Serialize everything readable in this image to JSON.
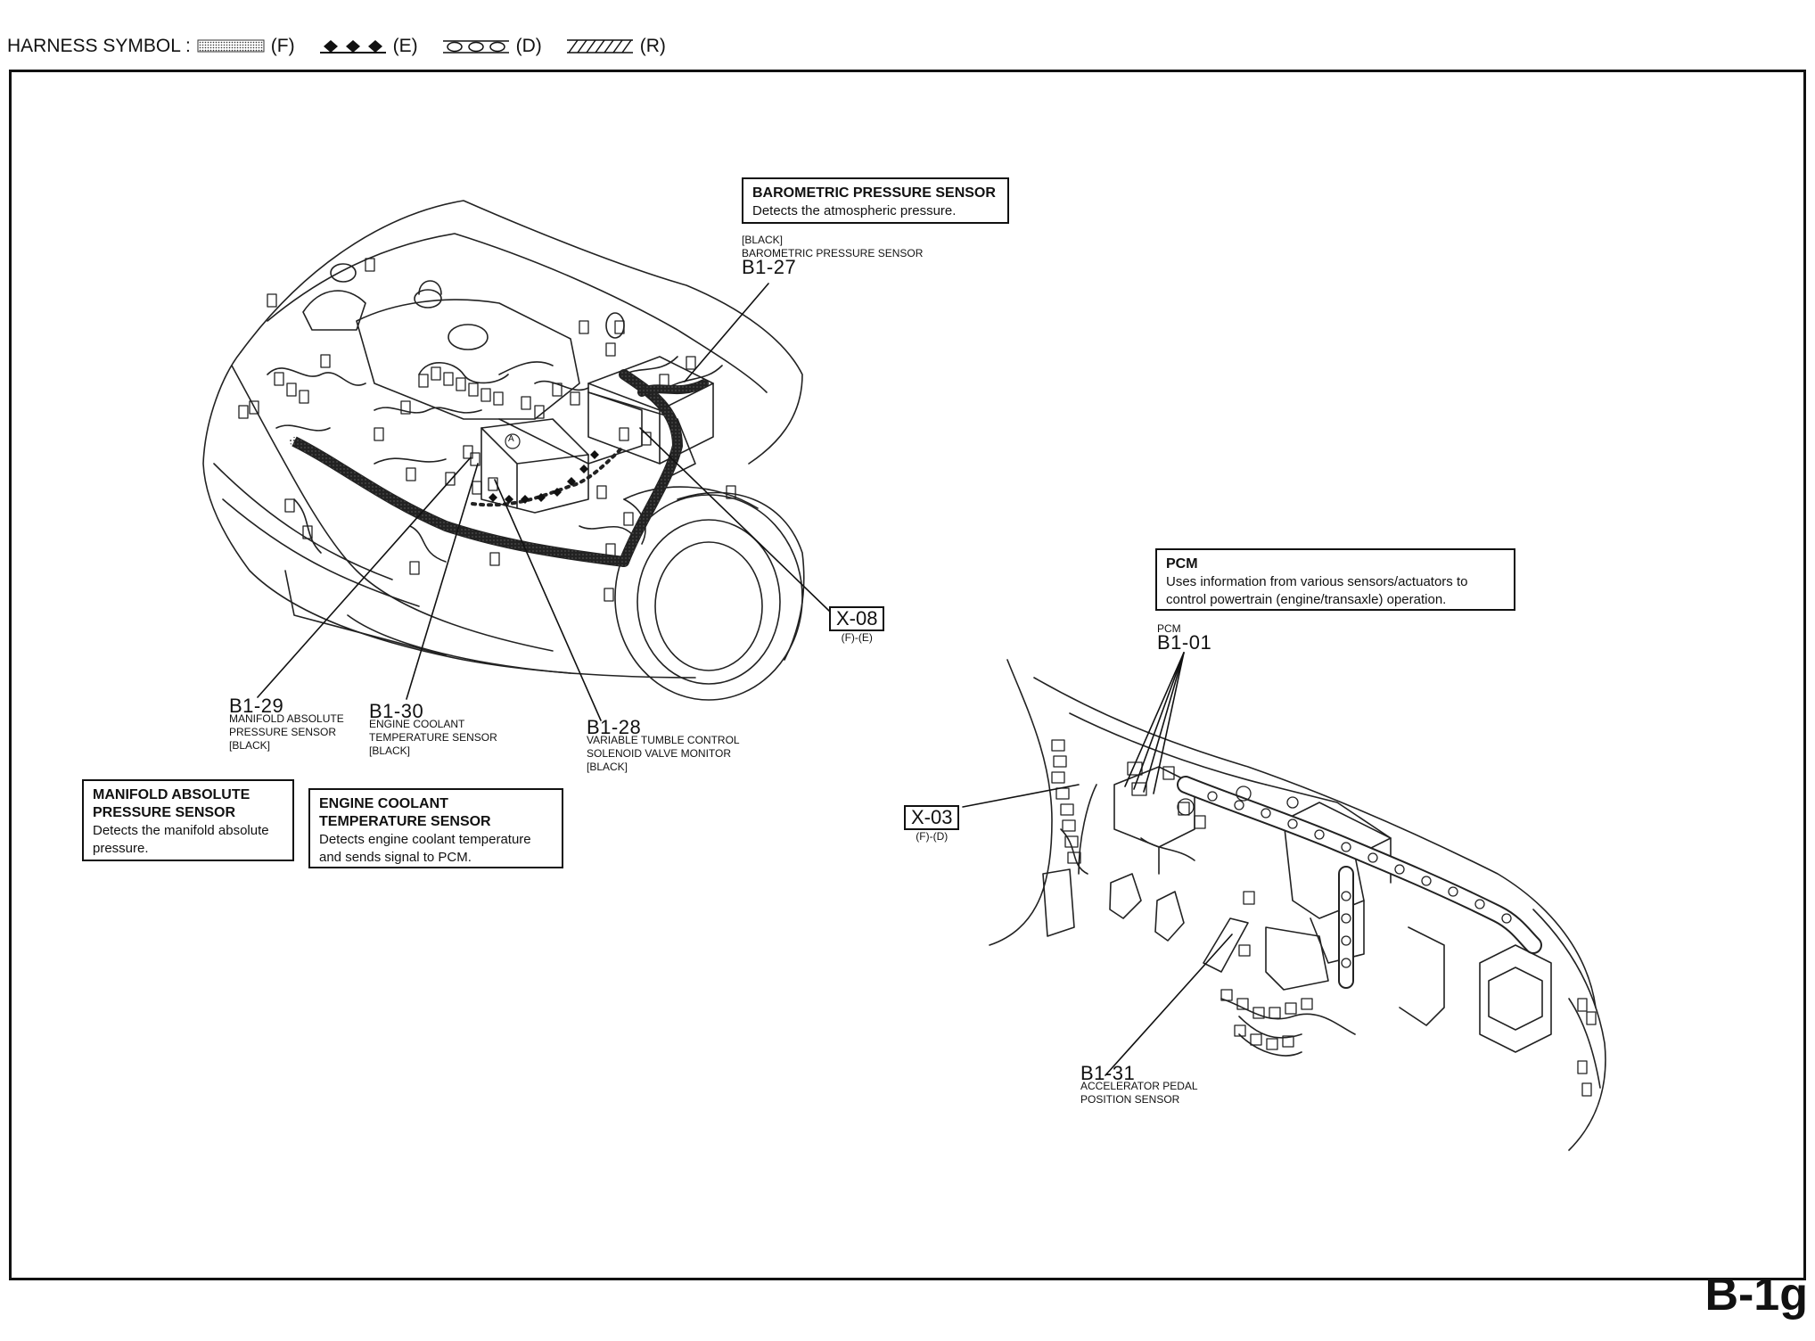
{
  "header": {
    "harness_symbol_label": "HARNESS SYMBOL :",
    "symbols": [
      {
        "code": "(F)",
        "pattern": "dotted-fill"
      },
      {
        "code": "(E)",
        "pattern": "diamonds"
      },
      {
        "code": "(D)",
        "pattern": "circles"
      },
      {
        "code": "(R)",
        "pattern": "hatched"
      }
    ]
  },
  "info_boxes": {
    "barometric": {
      "title": "BAROMETRIC PRESSURE SENSOR",
      "text": "Detects the atmospheric pressure."
    },
    "pcm": {
      "title": "PCM",
      "text_1": "Uses information from various sensors/actuators to",
      "text_2": "control powertrain (engine/transaxle) operation."
    },
    "manifold": {
      "title_1": "MANIFOLD ABSOLUTE",
      "title_2": "PRESSURE SENSOR",
      "text_1": "Detects the manifold absolute",
      "text_2": "pressure."
    },
    "coolant": {
      "title_1": "ENGINE COOLANT",
      "title_2": "TEMPERATURE SENSOR",
      "text_1": "Detects engine coolant temperature",
      "text_2": "and sends signal to PCM."
    }
  },
  "connectors": {
    "b1_27": {
      "color": "[BLACK]",
      "name": "BAROMETRIC PRESSURE SENSOR",
      "code": "B1-27"
    },
    "b1_29": {
      "code": "B1-29",
      "name_1": "MANIFOLD ABSOLUTE",
      "name_2": "PRESSURE SENSOR",
      "color": "[BLACK]"
    },
    "b1_30": {
      "code": "B1-30",
      "name_1": "ENGINE COOLANT",
      "name_2": "TEMPERATURE SENSOR",
      "color": "[BLACK]"
    },
    "b1_28": {
      "code": "B1-28",
      "name_1": "VARIABLE TUMBLE CONTROL",
      "name_2": "SOLENOID VALVE MONITOR",
      "color": "[BLACK]"
    },
    "b1_01": {
      "name": "PCM",
      "code": "B1-01"
    },
    "b1_31": {
      "code": "B1-31",
      "name_1": "ACCELERATOR PEDAL",
      "name_2": "POSITION SENSOR"
    }
  },
  "harness_refs": {
    "x08": {
      "code": "X-08",
      "sub": "(F)-(E)"
    },
    "x03": {
      "code": "X-03",
      "sub": "(F)-(D)"
    }
  },
  "page_number": "B-1g",
  "engine_marker": "A"
}
